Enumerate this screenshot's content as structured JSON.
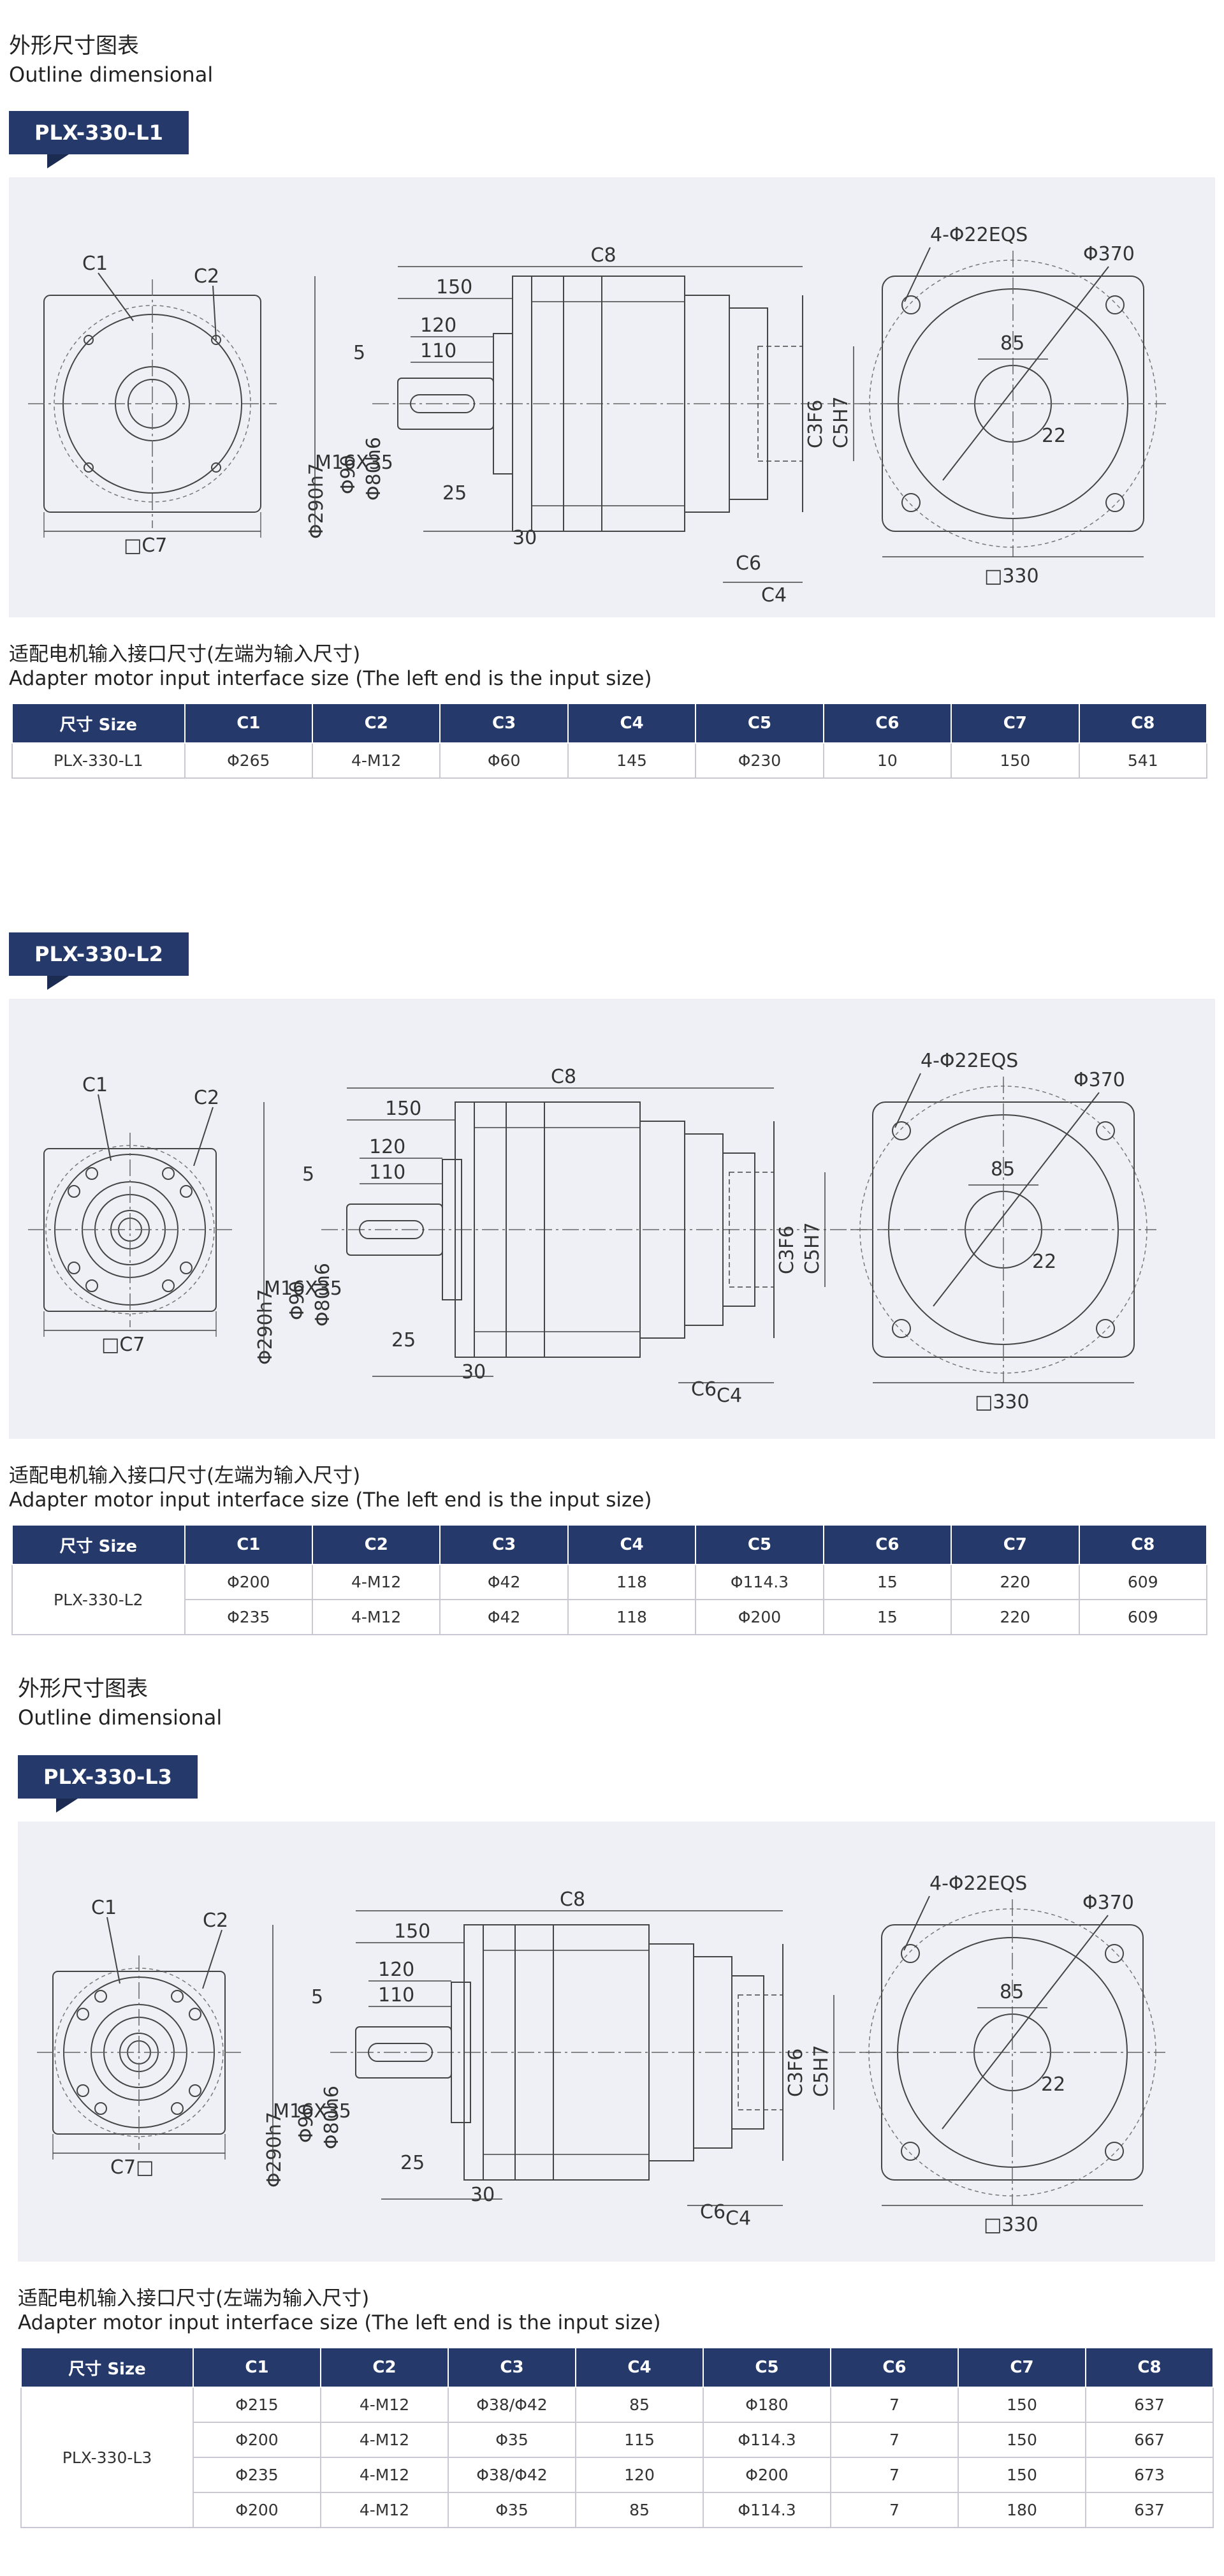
{
  "header": {
    "title_zh": "外形尺寸图表",
    "title_en": "Outline dimensional"
  },
  "sections": [
    {
      "model": "PLX-330-L1",
      "drawing": {
        "labels": {
          "c1": "C1",
          "c2": "C2",
          "c3f6": "C3F6",
          "c4": "C4",
          "c5h7": "C5H7",
          "c6": "C6",
          "c7": "□C7",
          "c8": "C8",
          "d150": "150",
          "d120": "120",
          "d110": "110",
          "d5": "5",
          "d25": "25",
          "d30": "30",
          "d290": "Φ290h7",
          "d90": "Φ90",
          "d80": "Φ80h6",
          "m16": "M16X35",
          "holes": "4-Φ22EQS",
          "d370": "Φ370",
          "d85": "85",
          "d22": "22",
          "sq330": "□330"
        }
      },
      "caption_zh": "适配电机输入接口尺寸(左端为输入尺寸)",
      "caption_en": "Adapter motor input interface size (The left end is the input size)",
      "table": {
        "headers": [
          "尺寸 Size",
          "C1",
          "C2",
          "C3",
          "C4",
          "C5",
          "C6",
          "C7",
          "C8"
        ],
        "size_label": "PLX-330-L1",
        "rows": [
          [
            "Φ265",
            "4-M12",
            "Φ60",
            "145",
            "Φ230",
            "10",
            "150",
            "541"
          ]
        ]
      }
    },
    {
      "model": "PLX-330-L2",
      "drawing": {
        "labels": {
          "c1": "C1",
          "c2": "C2",
          "c3f6": "C3F6",
          "c4": "C4",
          "c5h7": "C5H7",
          "c6": "C6",
          "c7": "□C7",
          "c8": "C8",
          "d150": "150",
          "d120": "120",
          "d110": "110",
          "d5": "5",
          "d25": "25",
          "d30": "30",
          "d290": "Φ290h7",
          "d90": "Φ90",
          "d80": "Φ80h6",
          "m16": "M16X35",
          "holes": "4-Φ22EQS",
          "d370": "Φ370",
          "d85": "85",
          "d22": "22",
          "sq330": "□330"
        }
      },
      "caption_zh": "适配电机输入接口尺寸(左端为输入尺寸)",
      "caption_en": "Adapter motor input interface size (The left end is the input size)",
      "table": {
        "headers": [
          "尺寸 Size",
          "C1",
          "C2",
          "C3",
          "C4",
          "C5",
          "C6",
          "C7",
          "C8"
        ],
        "size_label": "PLX-330-L2",
        "rows": [
          [
            "Φ200",
            "4-M12",
            "Φ42",
            "118",
            "Φ114.3",
            "15",
            "220",
            "609"
          ],
          [
            "Φ235",
            "4-M12",
            "Φ42",
            "118",
            "Φ200",
            "15",
            "220",
            "609"
          ]
        ]
      }
    },
    {
      "model": "PLX-330-L3",
      "title_zh": "外形尺寸图表",
      "title_en": "Outline dimensional",
      "drawing": {
        "labels": {
          "c1": "C1",
          "c2": "C2",
          "c3f6": "C3F6",
          "c4": "C4",
          "c5h7": "C5H7",
          "c6": "C6",
          "c7": "C7□",
          "c8": "C8",
          "d150": "150",
          "d120": "120",
          "d110": "110",
          "d5": "5",
          "d25": "25",
          "d30": "30",
          "d290": "Φ290h7",
          "d90": "Φ90",
          "d80": "Φ80h6",
          "m16": "M16X35",
          "holes": "4-Φ22EQS",
          "d370": "Φ370",
          "d85": "85",
          "d22": "22",
          "sq330": "□330"
        }
      },
      "caption_zh": "适配电机输入接口尺寸(左端为输入尺寸)",
      "caption_en": "Adapter motor input interface size (The left end is the input size)",
      "table": {
        "headers": [
          "尺寸 Size",
          "C1",
          "C2",
          "C3",
          "C4",
          "C5",
          "C6",
          "C7",
          "C8"
        ],
        "size_label": "PLX-330-L3",
        "rows": [
          [
            "Φ215",
            "4-M12",
            "Φ38/Φ42",
            "85",
            "Φ180",
            "7",
            "150",
            "637"
          ],
          [
            "Φ200",
            "4-M12",
            "Φ35",
            "115",
            "Φ114.3",
            "7",
            "150",
            "667"
          ],
          [
            "Φ235",
            "4-M12",
            "Φ38/Φ42",
            "120",
            "Φ200",
            "7",
            "150",
            "673"
          ],
          [
            "Φ200",
            "4-M12",
            "Φ35",
            "85",
            "Φ114.3",
            "7",
            "180",
            "637"
          ]
        ]
      }
    }
  ]
}
